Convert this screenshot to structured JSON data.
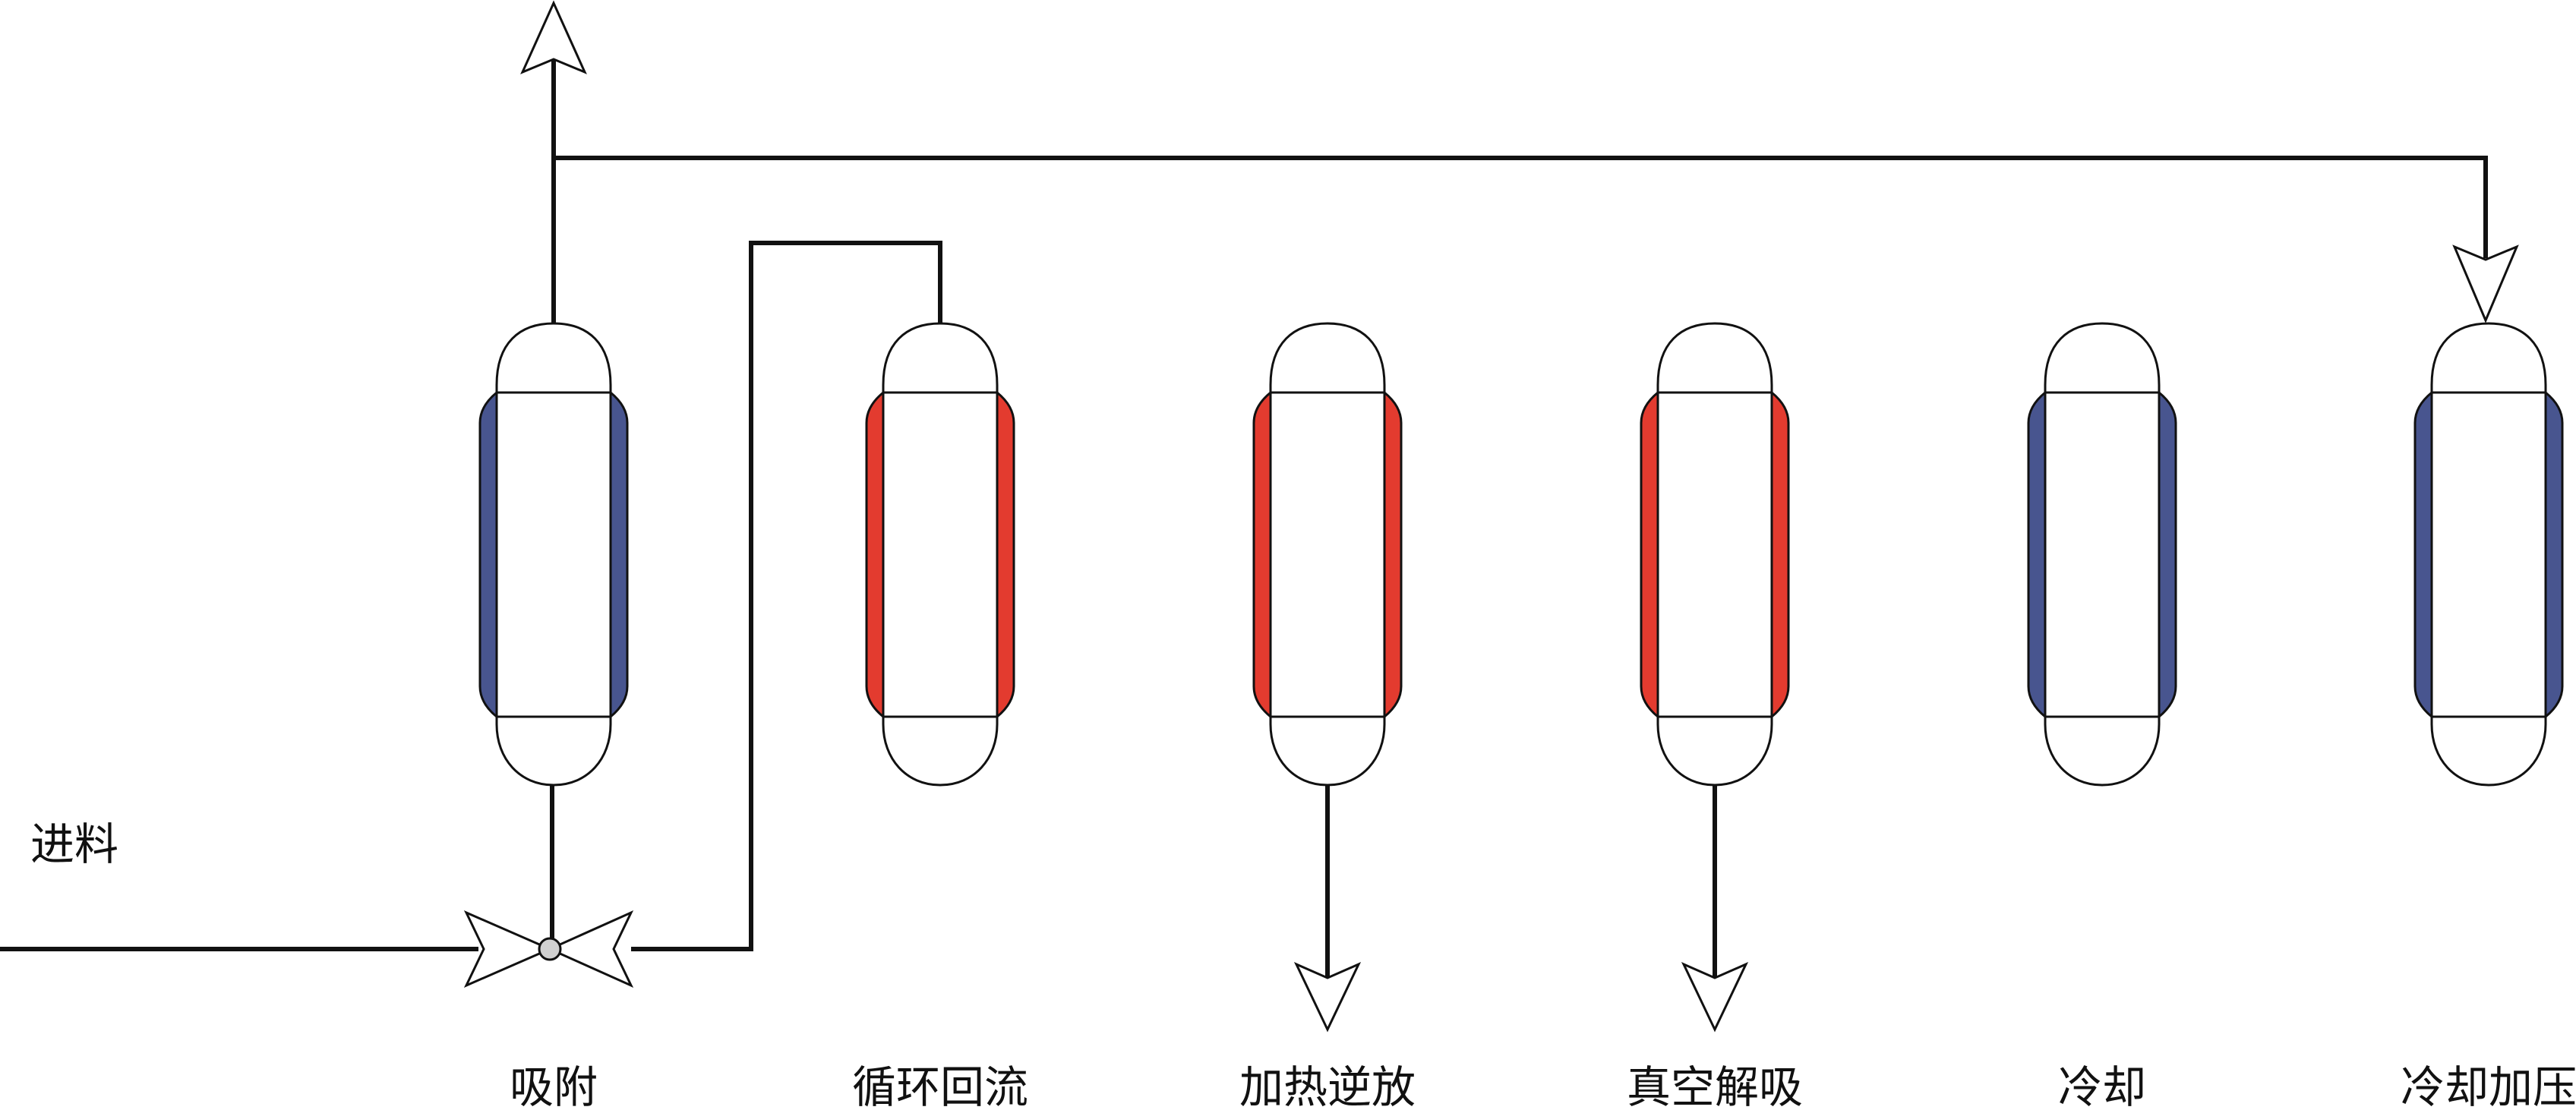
{
  "feed_label": "进料",
  "colors": {
    "cool": "#48558f",
    "heat": "#e33b2f",
    "valve": "#d0d0d0"
  },
  "vessels": [
    {
      "label": "吸附",
      "jacket": "cool"
    },
    {
      "label": "循环回流",
      "jacket": "heat"
    },
    {
      "label": "加热逆放",
      "jacket": "heat"
    },
    {
      "label": "真空解吸",
      "jacket": "heat"
    },
    {
      "label": "冷却",
      "jacket": "cool"
    },
    {
      "label": "冷却加压",
      "jacket": "cool"
    }
  ]
}
